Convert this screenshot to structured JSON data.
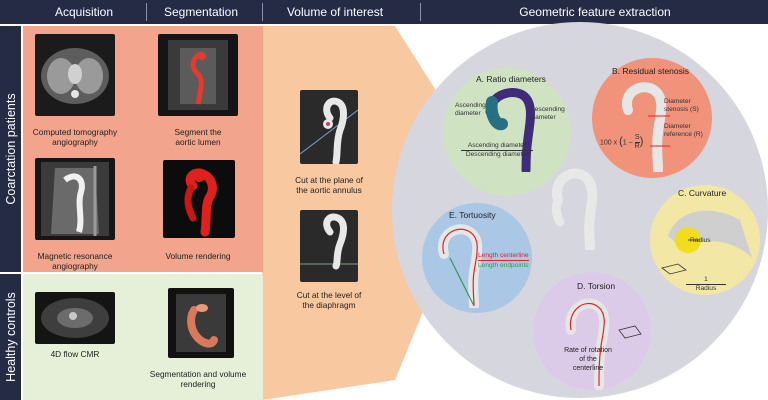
{
  "header": {
    "acquisition": "Acquisition",
    "segmentation": "Segmentation",
    "voi": "Volume of interest",
    "features": "Geometric feature extraction"
  },
  "side": {
    "coarctation": "Coarctation patients",
    "healthy": "Healthy controls"
  },
  "acquisition": {
    "ct": [
      "Computed tomography",
      "angiography"
    ],
    "mr": [
      "Magnetic resonance",
      "angiography"
    ],
    "flow": "4D flow CMR"
  },
  "segmentation": {
    "segment": [
      "Segment the",
      "aortic lumen"
    ],
    "volume": "Volume rendering",
    "segvol": [
      "Segmentation and volume",
      "rendering"
    ]
  },
  "voi": {
    "annulus": [
      "Cut at the plane of",
      "the aortic annulus"
    ],
    "diaphragm": [
      "Cut at the level of",
      "the diaphragm"
    ]
  },
  "features": {
    "ratio": {
      "title": "A. Ratio diameters",
      "ascending": [
        "Ascending",
        "diameter"
      ],
      "descending": [
        "Descending",
        "diameter"
      ],
      "numerator": "Ascending diameter",
      "denominator": "Descending diameter"
    },
    "stenosis": {
      "title": "B. Residual stenosis",
      "diameter_stenosis": [
        "Diameter",
        "stenosis (S)"
      ],
      "diameter_reference": [
        "Diameter",
        "reference (R)"
      ],
      "formula_prefix": "100 x",
      "formula_one": "1 −",
      "formula_num": "S",
      "formula_den": "R"
    },
    "curvature": {
      "title": "C. Curvature",
      "radius": "Radius",
      "one": "1",
      "radius_den": "Radius"
    },
    "torsion": {
      "title": "D. Torsion",
      "rate": [
        "Rate of rotation",
        "of the",
        "centerline"
      ]
    },
    "tortuosity": {
      "title": "E. Tortuosity",
      "length_centerline": "Length centerline",
      "length_endpoints": "Length endpoints"
    }
  },
  "colors": {
    "navy": "#262b45",
    "coarctation_bg": "#f2a48c",
    "healthy_bg": "#e6f0d8",
    "funnel": "#f8c8a0",
    "big_circle": "#d6d6df",
    "ratio_bg": "#cfe2c2",
    "stenosis_bg": "#f0937a",
    "curvature_bg": "#f3e7a6",
    "torsion_bg": "#dccbe8",
    "tortuosity_bg": "#aac7e6",
    "centerline_red": "#d8262c",
    "endpoints_green": "#2e9b4e"
  }
}
